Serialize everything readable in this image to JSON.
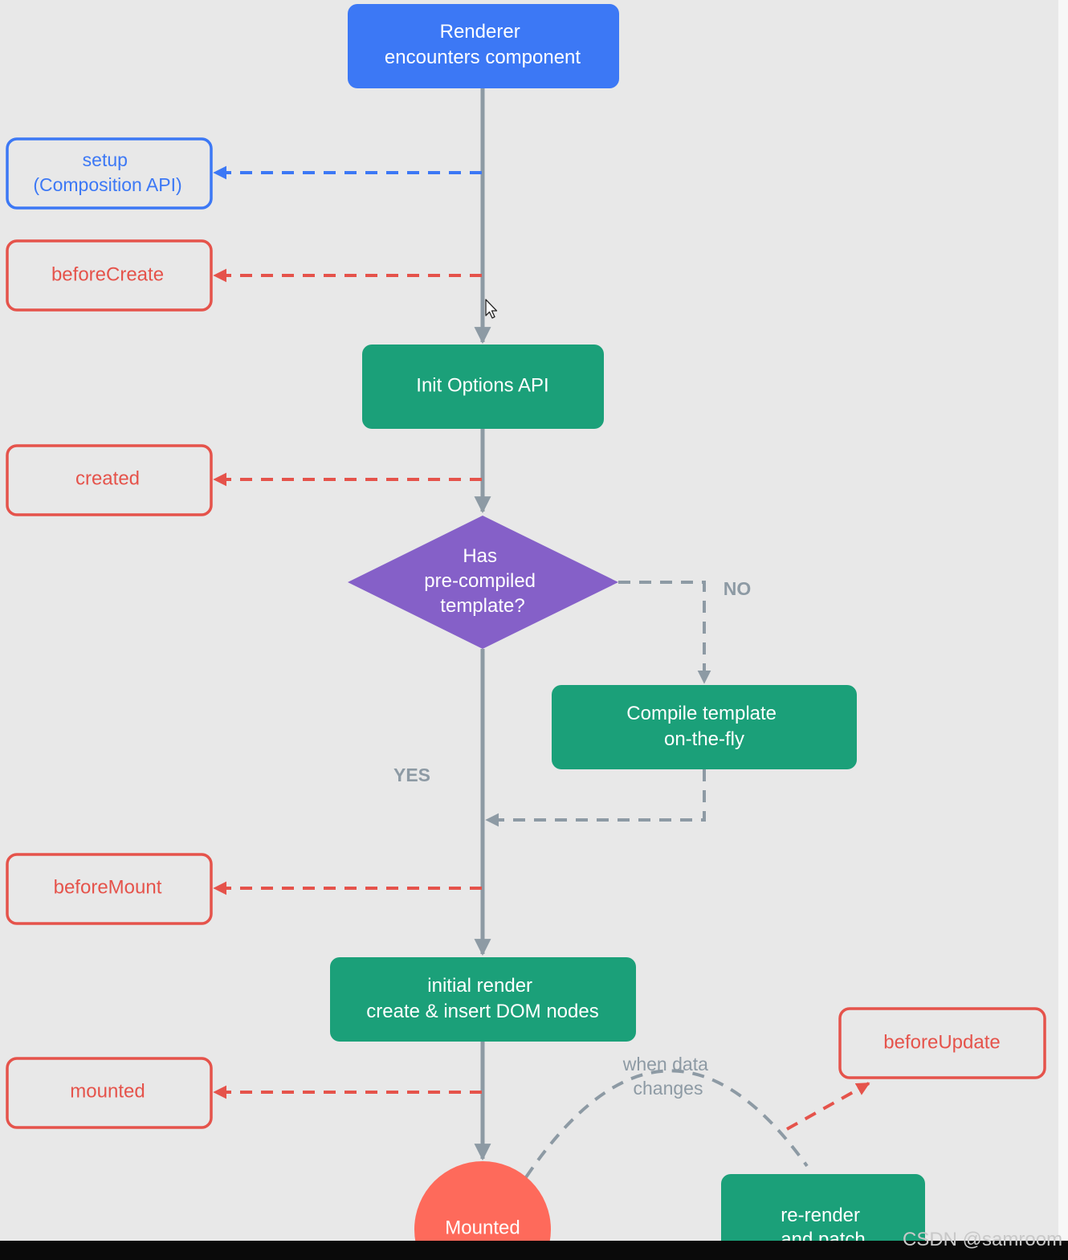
{
  "nodes": {
    "renderer": [
      "Renderer",
      "encounters component"
    ],
    "setup": [
      "setup",
      "(Composition API)"
    ],
    "before_create": "beforeCreate",
    "init_options": "Init Options API",
    "created": "created",
    "decision": [
      "Has",
      "pre-compiled",
      "template?"
    ],
    "no_label": "NO",
    "compile": [
      "Compile template",
      "on-the-fly"
    ],
    "yes_label": "YES",
    "before_mount": "beforeMount",
    "initial_render": [
      "initial render",
      "create & insert DOM nodes"
    ],
    "mounted_hook": "mounted",
    "before_update": "beforeUpdate",
    "when_data": [
      "when data",
      "changes"
    ],
    "mounted_state": "Mounted",
    "rerender": [
      "re-render",
      "and patch"
    ]
  },
  "watermark": "CSDN @samroom",
  "colors": {
    "background": "#e8e8e8",
    "blue": "#3c78f5",
    "red": "#e5534b",
    "green": "#1ba079",
    "purple": "#8560c8",
    "coral": "#fe6a5b",
    "gray": "#8d9aa4"
  }
}
